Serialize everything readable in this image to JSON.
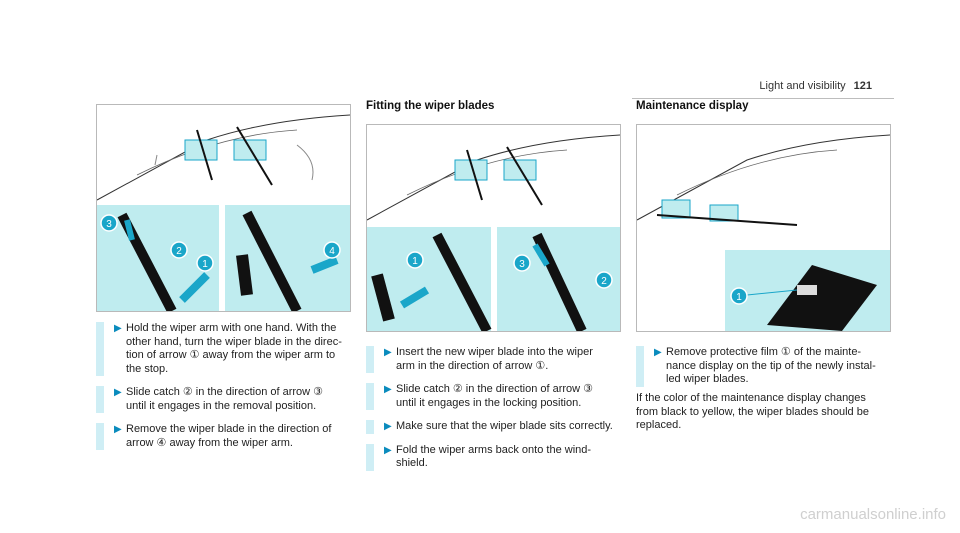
{
  "header": {
    "section": "Light and visibility",
    "page": "121"
  },
  "col2": {
    "title": "Fitting the wiper blades"
  },
  "col3": {
    "title": "Maintenance display"
  },
  "col1_steps": [
    "Hold the wiper arm with one hand. With the\nother hand, turn the wiper blade in the direc-\ntion of arrow ① away from the wiper arm to\nthe stop.",
    "Slide catch ② in the direction of arrow ③\nuntil it engages in the removal position.",
    "Remove the wiper blade in the direction of\narrow ④ away from the wiper arm."
  ],
  "col2_steps": [
    "Insert the new wiper blade into the wiper\narm in the direction of arrow ①.",
    "Slide catch ② in the direction of arrow ③\nuntil it engages in the locking position.",
    "Make sure that the wiper blade sits correctly.",
    "Fold the wiper arms back onto the wind-\nshield."
  ],
  "col3_steps": [
    "Remove protective film ① of the mainte-\nnance display on the tip of the newly instal-\nled wiper blades."
  ],
  "col3_para": "If the color of the maintenance display changes\nfrom black to yellow, the wiper blades should be\nreplaced.",
  "callouts": [
    "1",
    "2",
    "3",
    "4"
  ],
  "colors": {
    "accent": "#0a8bbd",
    "panel": "#bfecef",
    "badge": "#1aa6c9"
  },
  "footer": "carmanualsonline.info"
}
